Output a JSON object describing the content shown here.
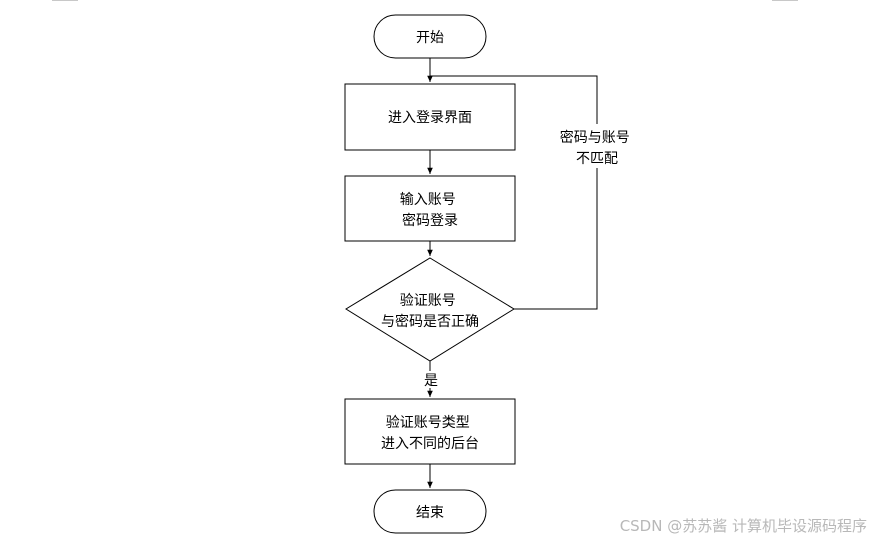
{
  "nodes": {
    "start": {
      "lines": [
        "开始"
      ]
    },
    "login_page": {
      "lines": [
        "进入登录界面"
      ]
    },
    "enter_credentials": {
      "lines": [
        "输入账号",
        "密码登录"
      ]
    },
    "verify": {
      "lines": [
        "验证账号",
        "与密码是否正确"
      ]
    },
    "dispatch": {
      "lines": [
        "验证账号类型",
        "进入不同的后台"
      ]
    },
    "end": {
      "lines": [
        "结束"
      ]
    }
  },
  "edges": {
    "mismatch": {
      "lines": [
        "密码与账号",
        "不匹配"
      ]
    },
    "yes": {
      "lines": [
        "是"
      ]
    }
  },
  "watermark": "CSDN @苏苏酱   计算机毕设源码程序"
}
